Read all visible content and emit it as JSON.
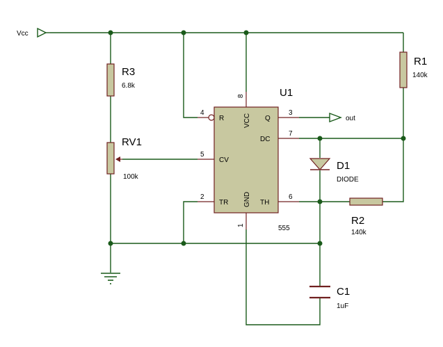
{
  "ports": {
    "vcc": "Vcc",
    "out": "out"
  },
  "components": {
    "r3": {
      "ref": "R3",
      "value": "6.8k"
    },
    "rv1": {
      "ref": "RV1",
      "value": "100k"
    },
    "r1": {
      "ref": "R1",
      "value": "140k"
    },
    "r2": {
      "ref": "R2",
      "value": "140k"
    },
    "d1": {
      "ref": "D1",
      "value": "DIODE"
    },
    "c1": {
      "ref": "C1",
      "value": "1uF"
    },
    "u1": {
      "ref": "U1",
      "value": "555"
    }
  },
  "ic_pins": {
    "r": "R",
    "vcc": "VCC",
    "q": "Q",
    "dc": "DC",
    "cv": "CV",
    "tr": "TR",
    "gnd": "GND",
    "th": "TH"
  },
  "pin_numbers": {
    "p4": "4",
    "p8": "8",
    "p3": "3",
    "p7": "7",
    "p5": "5",
    "p2": "2",
    "p1": "1",
    "p6": "6"
  }
}
